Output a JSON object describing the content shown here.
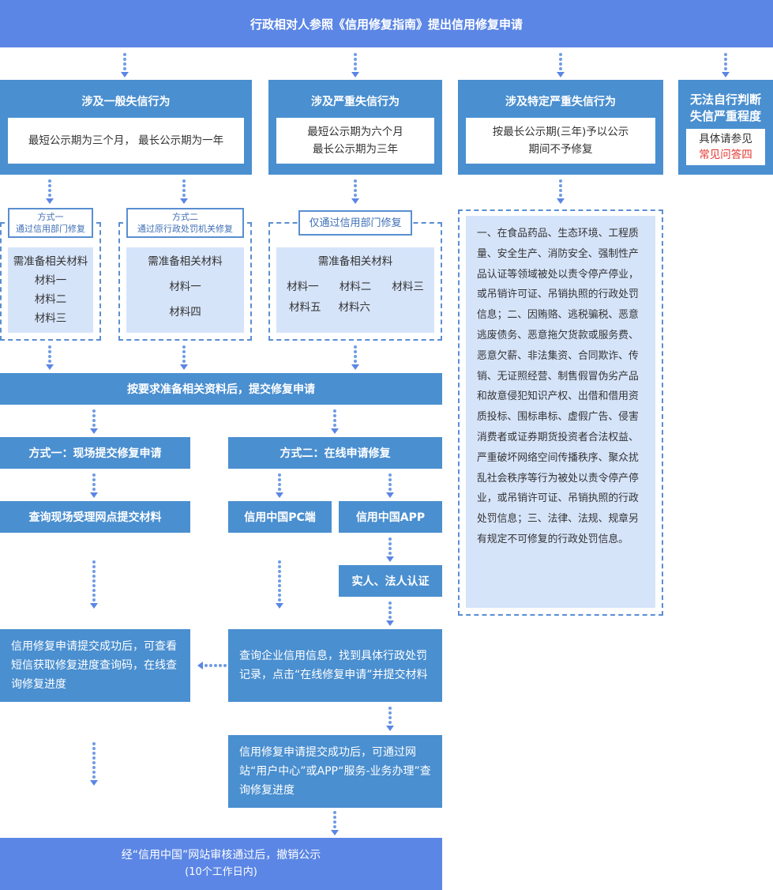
{
  "header": "行政相对人参照《信用修复指南》提出信用修复申请",
  "categories": {
    "general": {
      "title": "涉及一般失信行为",
      "desc": "最短公示期为三个月， 最长公示期为一年"
    },
    "serious": {
      "title": "涉及严重失信行为",
      "desc_line1": "最短公示期为六个月",
      "desc_line2": "最长公示期为三年"
    },
    "special": {
      "title": "涉及特定严重失信行为",
      "desc_line1": "按最长公示期(三年)予以公示",
      "desc_line2": "期间不予修复"
    },
    "unknown": {
      "title_line1": "无法自行判断",
      "title_line2": "失信严重程度",
      "note_line1": "具体请参见",
      "note_line2": "常见问答四"
    }
  },
  "methods": {
    "m1": {
      "label_line1": "方式一",
      "label_line2": "通过信用部门修复",
      "materials_title": "需准备相关材料",
      "items": [
        "材料一",
        "材料二",
        "材料三"
      ]
    },
    "m2": {
      "label_line1": "方式二",
      "label_line2": "通过原行政处罚机关修复",
      "materials_title": "需准备相关材料",
      "items": [
        "材料一",
        "材料四"
      ]
    },
    "m3": {
      "label": "仅通过信用部门修复",
      "materials_title": "需准备相关材料",
      "items": [
        "材料一",
        "材料二",
        "材料三",
        "材料五",
        "材料六"
      ]
    }
  },
  "special_list": "一、在食品药品、生态环境、工程质量、安全生产、消防安全、强制性产品认证等领域被处以责令停产停业，或吊销许可证、吊销执照的行政处罚信息；二、因贿赂、逃税骗税、恶意逃废债务、恶意拖欠货款或服务费、恶意欠薪、非法集资、合同欺诈、传销、无证照经营、制售假冒伪劣产品和故意侵犯知识产权、出借和借用资质投标、围标串标、虚假广告、侵害消费者或证券期货投资者合法权益、严重破坏网络空间传播秩序、聚众扰乱社会秩序等行为被处以责令停产停业，或吊销许可证、吊销执照的行政处罚信息；三、法律、法规、规章另有规定不可修复的行政处罚信息。",
  "submit": "按要求准备相关资料后，提交修复申请",
  "offline": {
    "title": "方式一：现场提交修复申请",
    "step": "查询现场受理网点提交材料",
    "done": "信用修复申请提交成功后，可查看短信获取修复进度查询码，在线查询修复进度"
  },
  "online": {
    "title": "方式二：在线申请修复",
    "pc": "信用中国PC端",
    "app": "信用中国APP",
    "auth": "实人、法人认证",
    "query": "查询企业信用信息，找到具体行政处罚记录，点击“在线修复申请”并提交材料",
    "done": "信用修复申请提交成功后，可通过网站“用户中心”或APP“服务-业务办理”查询修复进度"
  },
  "final": {
    "line1": "经“信用中国”网站审核通过后，撤销公示",
    "line2": "(10个工作日内)"
  },
  "colors": {
    "banner": "#5b86e5",
    "box": "#4a8fd0",
    "panel": "#d6e4fa",
    "dash": "#5a8fd1",
    "highlight": "#e2352c"
  }
}
